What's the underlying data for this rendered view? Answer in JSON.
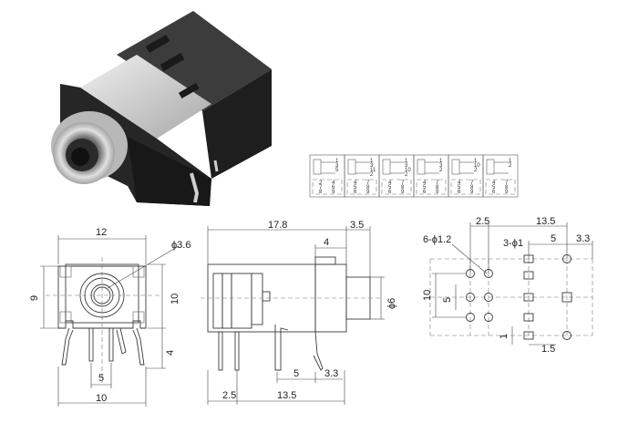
{
  "product_photo": {
    "kind": "3.5mm audio jack connector photo"
  },
  "front_view": {
    "width_top": "12",
    "hole_dia": "ϕ3.6",
    "height_left": "9",
    "height_right": "10",
    "pin_len": "4",
    "pin_pitch": "5",
    "width_bottom": "10"
  },
  "side_view": {
    "length": "17.8",
    "nose": "3.5",
    "nose_inner": "4",
    "nose_dia": "ϕ6",
    "pin_a": "5",
    "pin_b": "3.3",
    "base_left": "2.5",
    "base_span": "13.5"
  },
  "pcb_layout": {
    "x_first": "2.5",
    "x_total": "13.5",
    "round_holes": "6-ϕ1.2",
    "slots": "3-ϕ1",
    "x_mid": "5",
    "x_right": "3.3",
    "y_total": "10",
    "y_mid": "5",
    "y_small": "1",
    "x_small": "1.5"
  },
  "schematics": [
    {
      "labels": [
        "1",
        "3",
        "5",
        "2",
        "4",
        "7",
        "6",
        "8",
        "9"
      ]
    },
    {
      "labels": [
        "1",
        "3",
        "11",
        "2",
        "4",
        "7",
        "5",
        "8",
        "6",
        "9"
      ]
    },
    {
      "labels": [
        "1",
        "3",
        "10",
        "2",
        "4",
        "7",
        "5",
        "8",
        "6",
        "9"
      ]
    },
    {
      "labels": [
        "1",
        "3",
        "2",
        "4",
        "7",
        "5",
        "8",
        "6",
        "9"
      ]
    },
    {
      "labels": [
        "1",
        "10",
        "2",
        "4",
        "7",
        "5",
        "8",
        "6",
        "9"
      ]
    },
    {
      "labels": [
        "1",
        "2",
        "4",
        "7",
        "5",
        "8",
        "6",
        "9"
      ]
    }
  ],
  "colors": {
    "line": "#3a3a3a",
    "body": "#222222",
    "metal": "#c9c9c9"
  }
}
